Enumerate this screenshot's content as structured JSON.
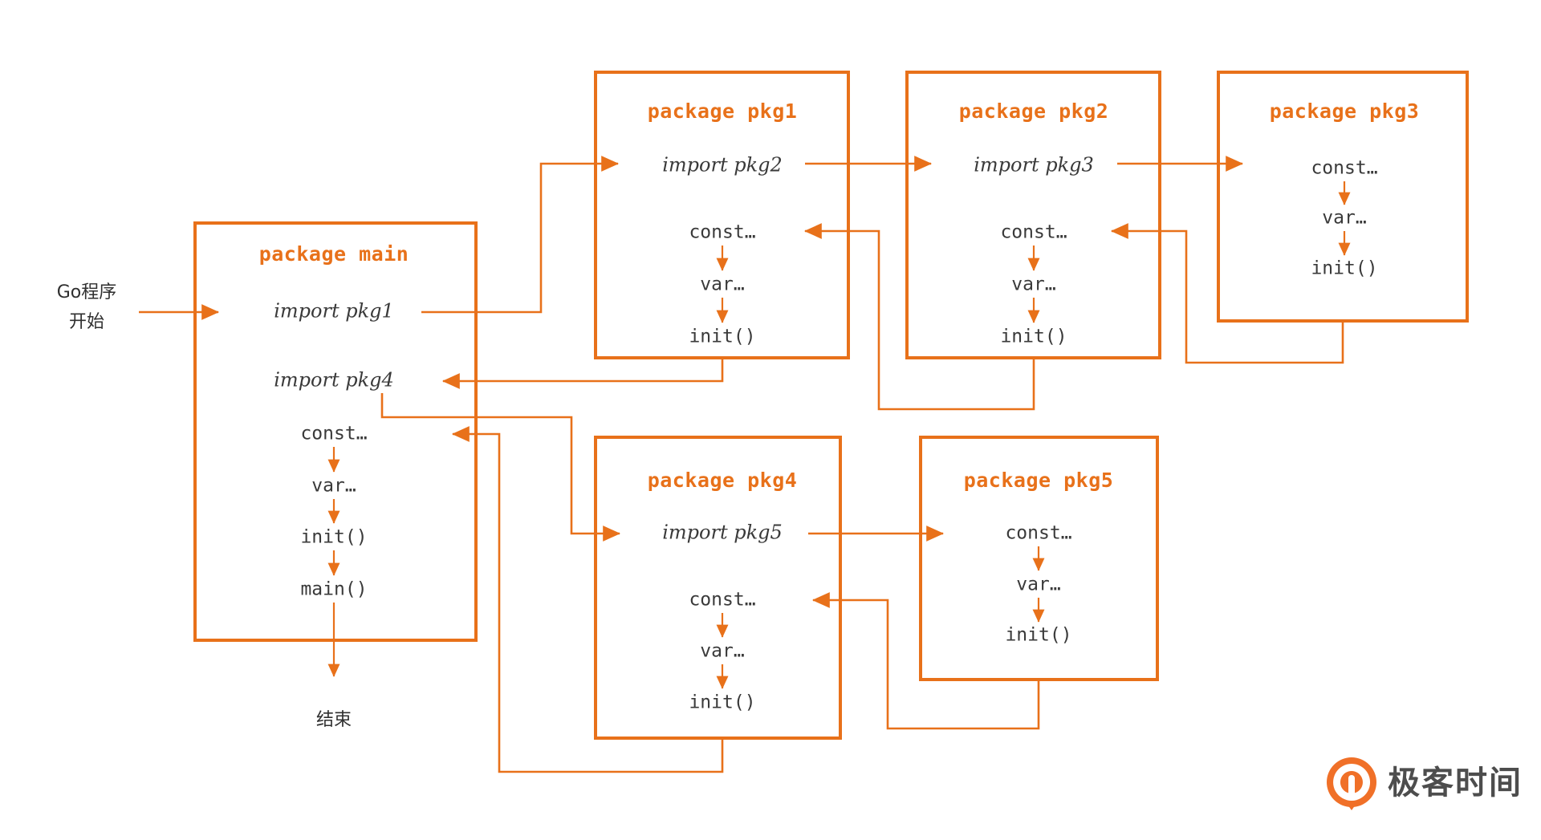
{
  "diagram": {
    "title": "Go program package initialization order",
    "accent_color": "#e8711a",
    "text_color": "#3a3a3a",
    "background": "#ffffff",
    "start_label_line1": "Go程序",
    "start_label_line2": "开始",
    "end_label": "结束",
    "packages": [
      {
        "id": "main",
        "title": "package main",
        "lines": [
          "import pkg1",
          "import pkg4",
          "const…",
          "var…",
          "init()",
          "main()"
        ]
      },
      {
        "id": "pkg1",
        "title": "package pkg1",
        "lines": [
          "import pkg2",
          "const…",
          "var…",
          "init()"
        ]
      },
      {
        "id": "pkg2",
        "title": "package pkg2",
        "lines": [
          "import pkg3",
          "const…",
          "var…",
          "init()"
        ]
      },
      {
        "id": "pkg3",
        "title": "package pkg3",
        "lines": [
          "const…",
          "var…",
          "init()"
        ]
      },
      {
        "id": "pkg4",
        "title": "package pkg4",
        "lines": [
          "import pkg5",
          "const…",
          "var…",
          "init()"
        ]
      },
      {
        "id": "pkg5",
        "title": "package pkg5",
        "lines": [
          "const…",
          "var…",
          "init()"
        ]
      }
    ]
  },
  "logo": {
    "text": "极客时间",
    "mark_color": "#f07028",
    "mark_glyph": "Q"
  }
}
